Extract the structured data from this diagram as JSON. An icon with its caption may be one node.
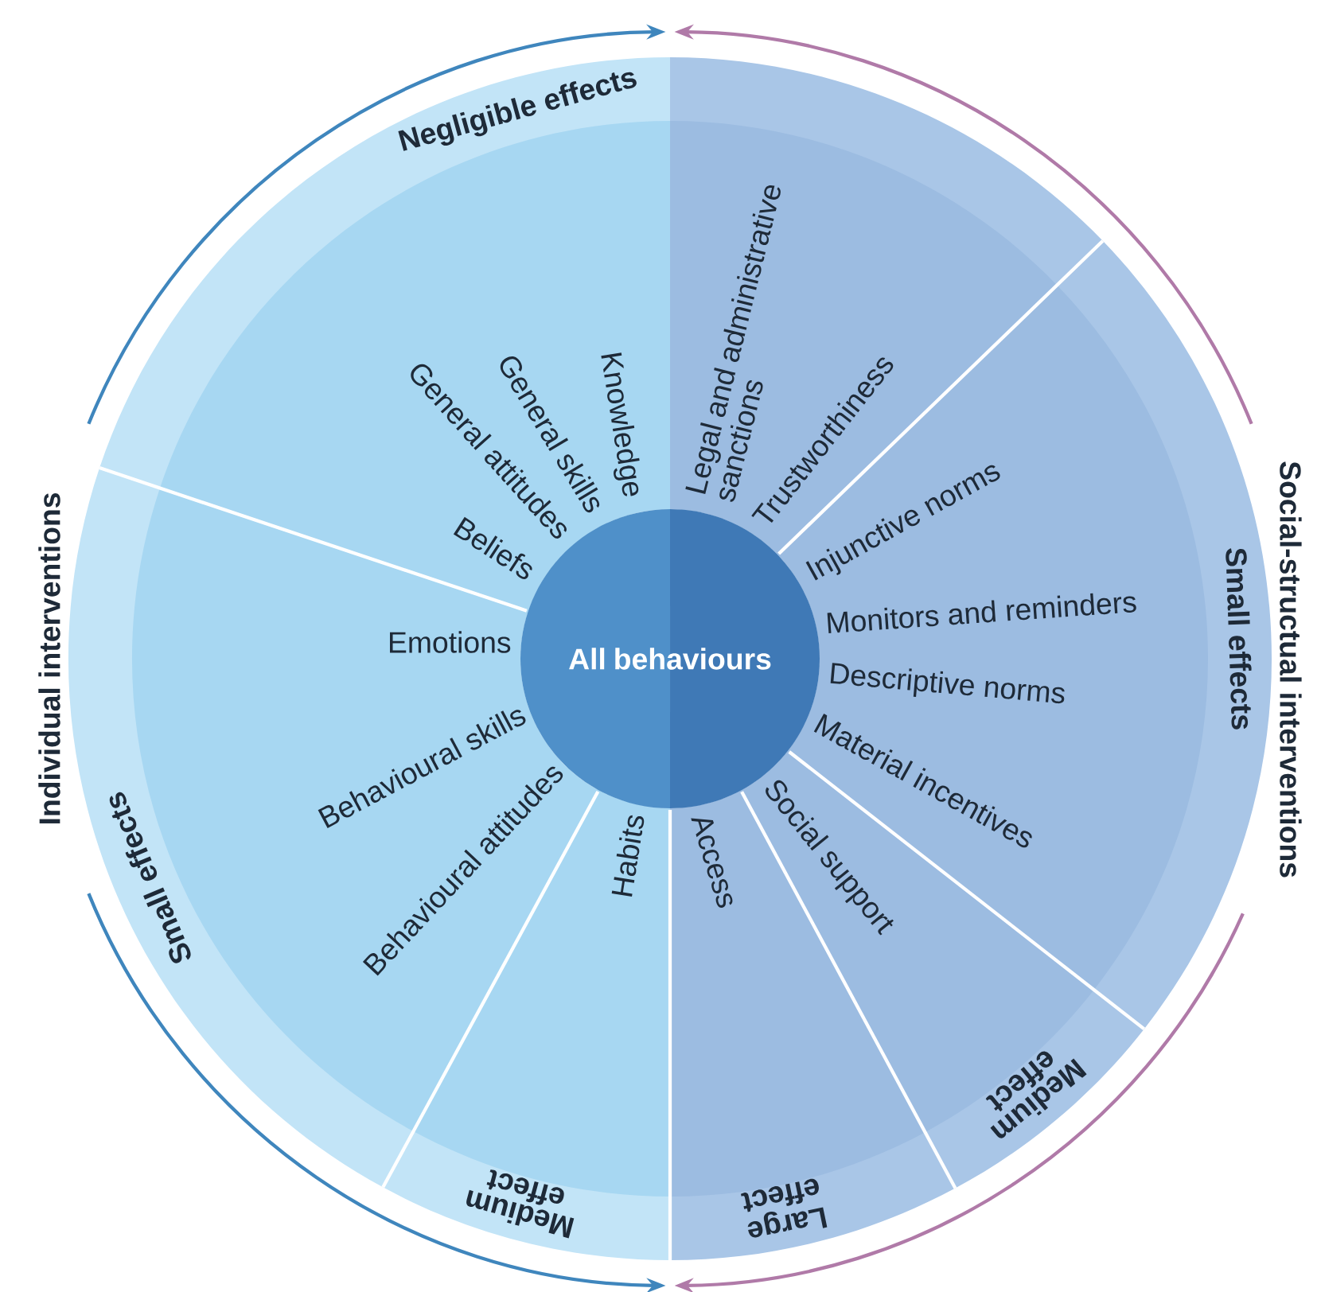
{
  "diagram": {
    "nodes": [
      {
        "text": [
          "All behaviours"
        ]
      },
      {
        "text": [
          "Negligible effects",
          "Knowledge",
          "General skills",
          "General attitudes",
          "Beliefs"
        ]
      },
      {
        "text": [
          "Legal and administrative sanctions",
          "Trustworthiness"
        ]
      },
      {
        "text": [
          "Small effects",
          "Injunctive norms",
          "Monitors and reminders",
          "Descriptive norms",
          "Material incentives"
        ]
      },
      {
        "text": [
          "Medium effect",
          "Social support"
        ]
      },
      {
        "text": [
          "Large effect",
          "Access"
        ]
      },
      {
        "text": [
          "Medium effect",
          "Habits"
        ]
      },
      {
        "text": [
          "Small effects",
          "Emotions",
          "Behavioural skills",
          "Behavioural attitudes"
        ]
      }
    ],
    "labels": [
      "Individual interventions",
      "Social-structual interventions"
    ]
  }
}
